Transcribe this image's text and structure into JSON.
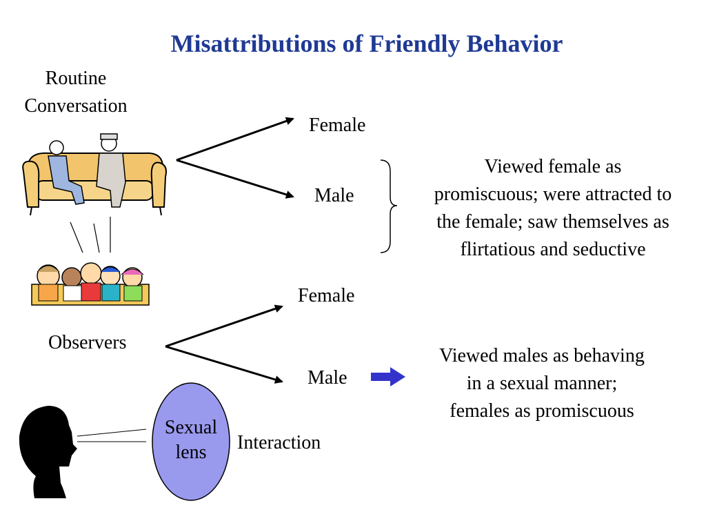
{
  "title": "Misattributions of Friendly Behavior",
  "labels": {
    "routine_line1": "Routine",
    "routine_line2": "Conversation",
    "female_top": "Female",
    "male_top": "Male",
    "female_bottom": "Female",
    "observers": "Observers",
    "male_bottom": "Male",
    "sexual_lens_line1": "Sexual",
    "sexual_lens_line2": "lens",
    "interaction": "Interaction"
  },
  "descriptions": {
    "top": [
      "Viewed female as",
      "promiscuous; were attracted to",
      "the female; saw themselves as",
      "flirtatious and seductive"
    ],
    "bottom": [
      "Viewed males as behaving",
      "in a sexual manner;",
      "females as promiscuous"
    ]
  },
  "colors": {
    "title": "#1f3a93",
    "lens_fill": "#9999ee",
    "right_arrow": "#3333cc"
  },
  "icons": {
    "conversation": "couple-on-sofa-icon",
    "observers": "group-of-people-icon",
    "head": "head-silhouette-icon"
  }
}
